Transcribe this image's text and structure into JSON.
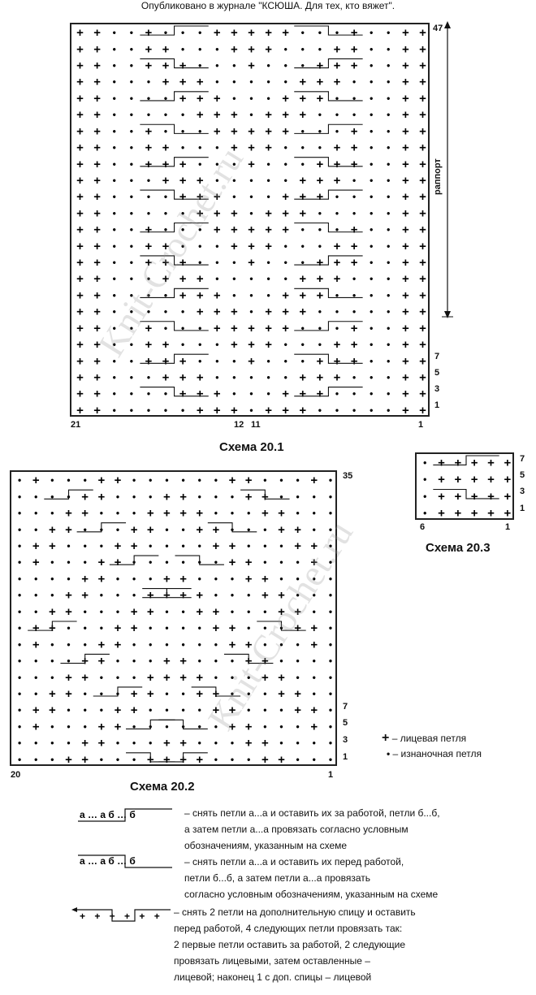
{
  "header": {
    "published": "Опубликовано в журнале \"КСЮША. Для тех, кто вяжет\"."
  },
  "scheme1": {
    "title": "Схема 20.1",
    "row_labels": [
      "47",
      "7",
      "5",
      "3",
      "1"
    ],
    "col_labels": [
      "21",
      "12",
      "11",
      "1"
    ],
    "rapport_label": "раппорт"
  },
  "scheme2": {
    "title": "Схема 20.2",
    "row_labels": [
      "35",
      "7",
      "5",
      "3",
      "1"
    ],
    "col_labels": [
      "20",
      "1"
    ]
  },
  "scheme3": {
    "title": "Схема 20.3",
    "row_labels": [
      "7",
      "5",
      "3",
      "1"
    ],
    "col_labels": [
      "6",
      "1"
    ]
  },
  "legend": {
    "knit": "– лицевая петля",
    "purl": "– изнаночная петля"
  },
  "keys": {
    "k1_sym": "а … а б … б",
    "k1_lines": [
      "– снять петли а...а и оставить их за работой,  петли б...б,",
      "а затем петли а...а провязать согласно условным",
      "обозначениям, указанным на схеме"
    ],
    "k2_sym": "а … а б … б",
    "k2_lines": [
      "– снять петли а...а и оставить их перед работой,",
      "петли б...б, а затем петли а...а провязать",
      "согласно условным обозначениям, указанным на схеме"
    ],
    "k3_sym": "+ + + + + +",
    "k3_lines": [
      "– снять 2 петли на дополнительную спицу и оставить",
      "перед работой, 4 следующих петли провязать так:",
      "2 первые петли оставить за работой, 2 следующие",
      "провязать лицевыми, затем оставленные –",
      "лицевой; наконец 1 с доп. спицы – лицевой"
    ]
  },
  "watermark": "Knit-Crochet.ru"
}
